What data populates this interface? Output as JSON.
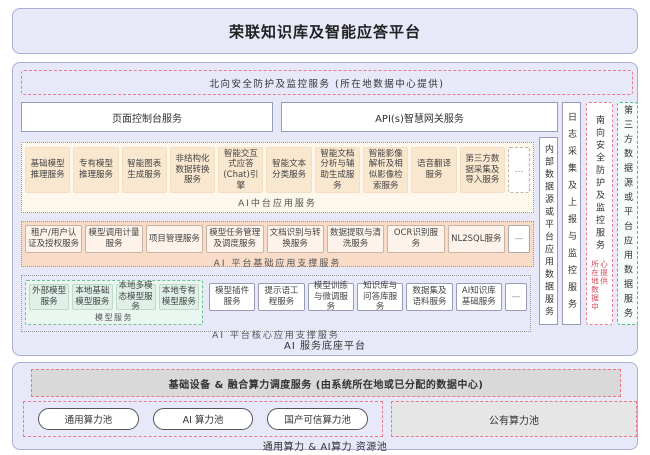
{
  "title": "荣联知识库及智能应答平台",
  "platform": {
    "north_shield": "北向安全防护及监控服务 (所在地数据中心提供)",
    "console": "页面控制台服务",
    "gateway": "API(s)智慧网关服务",
    "midlayer": {
      "label": "AI中台应用服务",
      "services": [
        "基础模型推理服务",
        "专有模型推理服务",
        "智能图表生成服务",
        "非结构化数据转换服务",
        "智能交互式应答(Chat)引擎",
        "智能文本分类服务",
        "智能文档分析与辅助生成服务",
        "智能影像解析及相似影像检索服务",
        "语音翻译服务",
        "第三方数据采集及导入服务",
        "…"
      ]
    },
    "base_support": {
      "label": "AI 平台基础应用支撑服务",
      "services": [
        "租户/用户认证及授权服务",
        "模型调用计量服务",
        "项目管理服务",
        "模型任务管理及调度服务",
        "文档识别与转换服务",
        "数据提取与清洗服务",
        "OCR识别服务",
        "NL2SQL服务",
        "—"
      ]
    },
    "core_support": {
      "label": "AI 平台核心应用支撑服务",
      "model_services": {
        "label": "模型服务",
        "services": [
          "外部模型服务",
          "本地基础模型服务",
          "本地多模态模型服务",
          "本地专有模型服务"
        ]
      },
      "services": [
        "模型插件服务",
        "提示语工程服务",
        "模型训练与微调服务",
        "知识库与问答库服务",
        "数据集及语料服务",
        "AI知识库基础服务",
        "—"
      ]
    },
    "base_label": "AI 服务底座平台",
    "columns": {
      "internal": "内部数据源或平台应用数据服务",
      "log": "日志采集及上报与监控服务",
      "south": "南向安全防护及监控服务",
      "south_note": "所在地数据中心提供",
      "third_party": "第三方数据源或平台应用数据服务"
    }
  },
  "resources": {
    "scheduler": "基础设备 & 融合算力调度服务 (由系统所在地或已分配的数据中心)",
    "pools": [
      "通用算力池",
      "AI 算力池",
      "国产可信算力池"
    ],
    "public_pool": "公有算力池",
    "label": "通用算力 & AI算力 资源池"
  },
  "colors": {
    "panel_lavender": "#E7E8F8",
    "panel_border": "#A9ADD3",
    "security_dash_pink": "#E97B90",
    "midlayer_peach": "#F9E7CF",
    "support_salmon": "#F8DCC7",
    "model_green": "#DEF0E7",
    "third_party_green": "#49BD8D",
    "infra_gray": "#D9D9D9",
    "note_red": "#D04A5A"
  }
}
